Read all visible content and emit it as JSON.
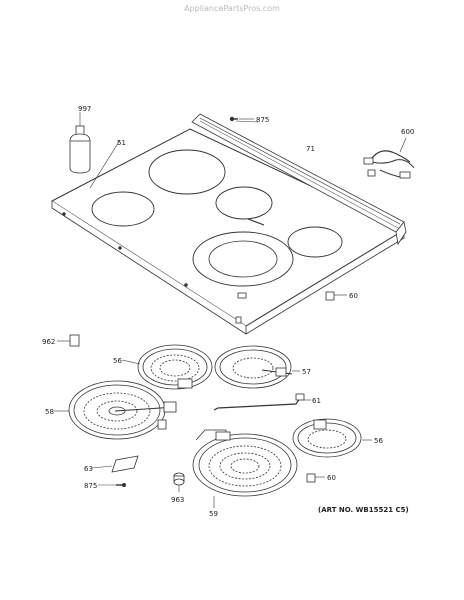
{
  "watermark": "AppliancePartsPros.com",
  "art_number": "(ART NO. WB15521 C5)",
  "callouts": {
    "c997": "997",
    "c875_top": "875",
    "c600": "600",
    "c51": "51",
    "c71": "71",
    "c60_top": "60",
    "c962": "962",
    "c56_left": "56",
    "c57": "57",
    "c58": "58",
    "c61": "61",
    "c56_right": "56",
    "c63": "63",
    "c875_bottom": "875",
    "c60_bottom": "60",
    "c963": "963",
    "c59": "59"
  }
}
